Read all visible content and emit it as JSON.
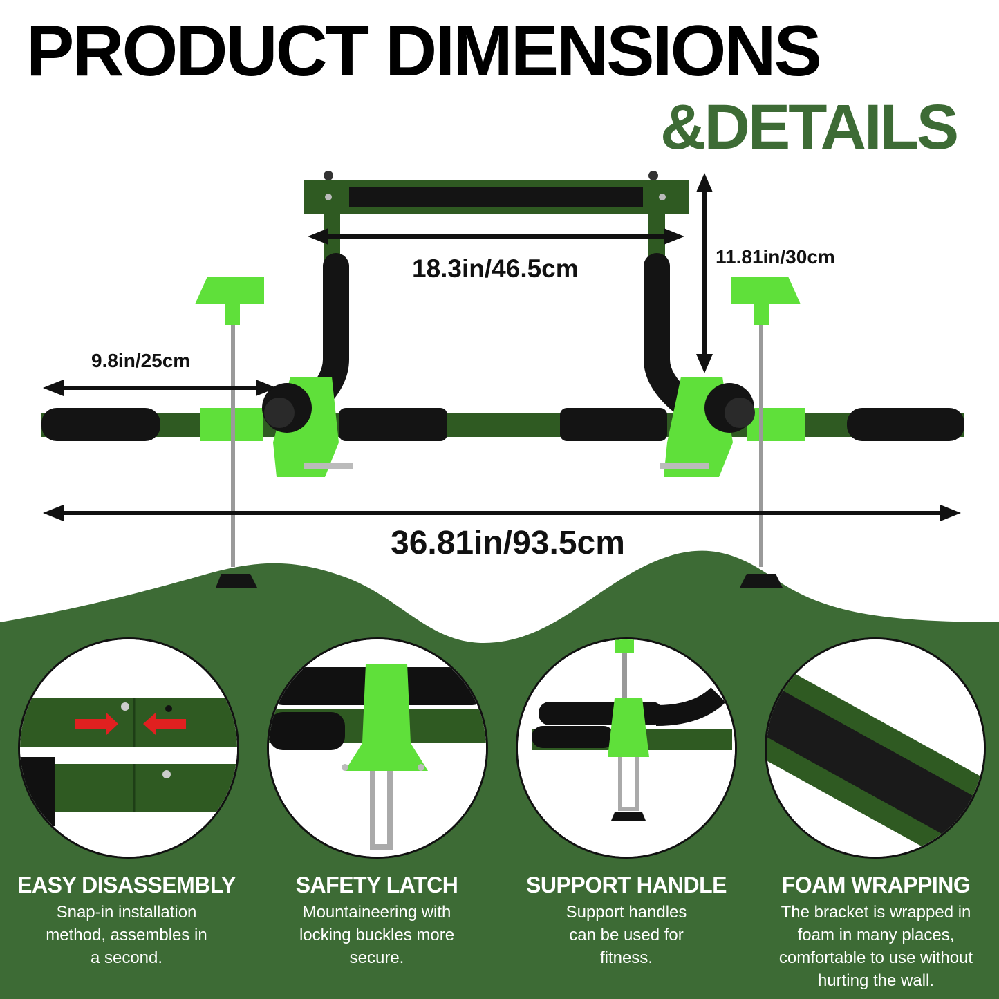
{
  "title": {
    "line1": "PRODUCT DIMENSIONS",
    "line2": "&DETAILS"
  },
  "dimensions": {
    "top_bar_width": "18.3in/46.5cm",
    "height": "11.81in/30cm",
    "side_handle": "9.8in/25cm",
    "total_length": "36.81in/93.5cm"
  },
  "features": [
    {
      "title": "EASY DISASSEMBLY",
      "description_lines": [
        "Snap-in installation",
        "method, assembles in",
        "a second."
      ]
    },
    {
      "title": "SAFETY LATCH",
      "description_lines": [
        "Mountaineering with",
        "locking buckles more",
        "secure."
      ]
    },
    {
      "title": "SUPPORT HANDLE",
      "description_lines": [
        "Support handles",
        "can be used for",
        "fitness."
      ]
    },
    {
      "title": "FOAM WRAPPING",
      "description_lines": [
        "The bracket is wrapped in",
        "foam in many places,",
        "comfortable to use without",
        "hurting the wall."
      ]
    }
  ],
  "colors": {
    "accent_green": "#3d6b35",
    "lime": "#5fe03a",
    "bar_green": "#2f5a22",
    "foam": "#111111"
  }
}
